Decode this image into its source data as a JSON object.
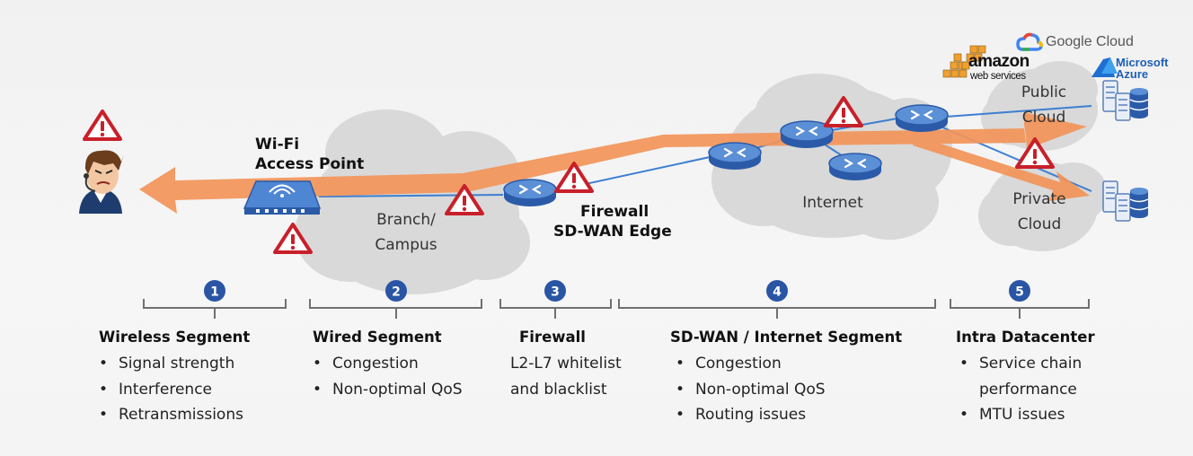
{
  "labels": {
    "wifi_line1": "Wi-Fi",
    "wifi_line2": "Access Point",
    "branch_line1": "Branch/",
    "branch_line2": "Campus",
    "firewall_line1": "Firewall",
    "firewall_line2": "SD-WAN Edge",
    "internet": "Internet",
    "public_line1": "Public",
    "public_line2": "Cloud",
    "private_line1": "Private",
    "private_line2": "Cloud"
  },
  "brands": {
    "google": "Google Cloud",
    "amazon_line1": "amazon",
    "amazon_line2": "web services",
    "azure_line1": "Microsoft",
    "azure_line2": "Azure"
  },
  "colors": {
    "arrow": "#f2955a",
    "link": "#3d7fd1",
    "cloud": "#d9d9d9",
    "warning": "#c8202a",
    "badge": "#2a55a5",
    "bracket": "#707070"
  },
  "segments": [
    {
      "number": "1",
      "title": "Wireless Segment",
      "items": [
        "Signal strength",
        "Interference",
        "Retransmissions"
      ]
    },
    {
      "number": "2",
      "title": "Wired Segment",
      "items": [
        "Congestion",
        "Non-optimal QoS"
      ]
    },
    {
      "number": "3",
      "title": "Firewall",
      "lines": [
        "L2-L7 whitelist",
        "and blacklist"
      ]
    },
    {
      "number": "4",
      "title": "SD-WAN / Internet Segment",
      "items": [
        "Congestion",
        "Non-optimal QoS",
        "Routing issues"
      ]
    },
    {
      "number": "5",
      "title": "Intra Datacenter",
      "items": [
        "Service chain",
        "performance",
        "MTU issues"
      ],
      "bullets": [
        true,
        false,
        true
      ]
    }
  ]
}
